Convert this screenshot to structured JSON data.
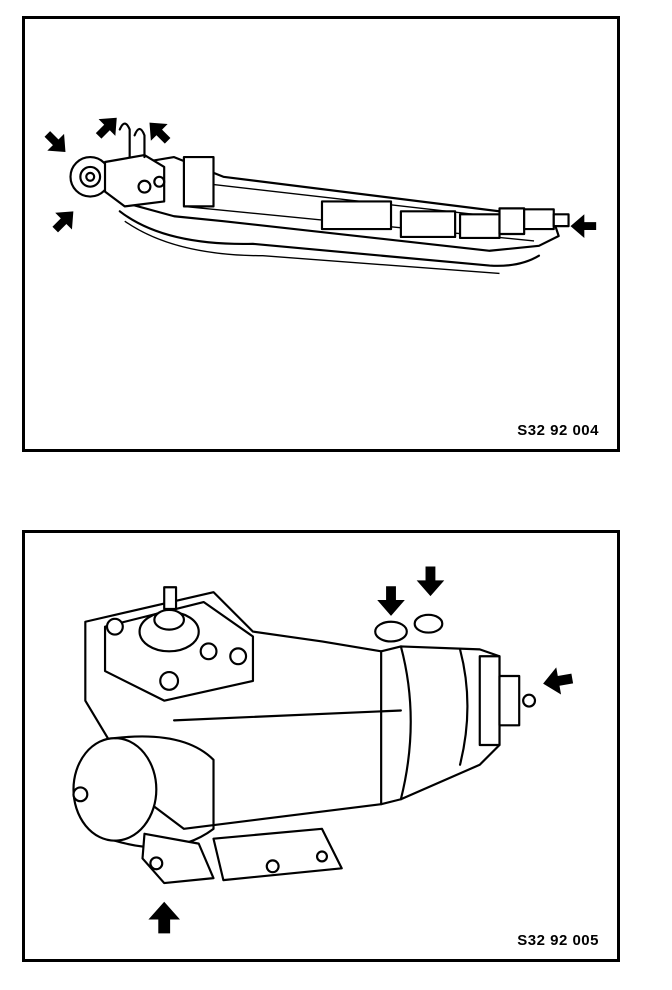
{
  "figures": [
    {
      "code": "S32 92 004",
      "subject": "steering rack assembly",
      "arrows": 5
    },
    {
      "code": "S32 92 005",
      "subject": "steering gearbox",
      "arrows": 4
    }
  ]
}
